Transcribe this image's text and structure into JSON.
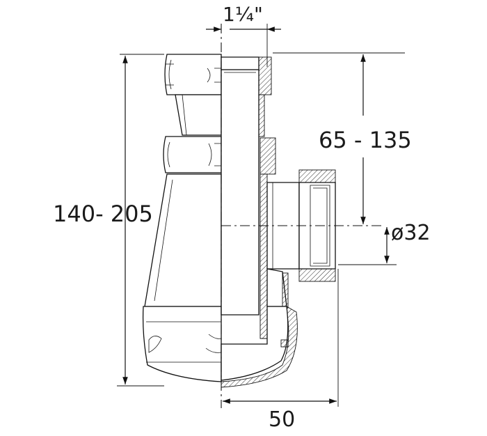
{
  "labels": {
    "thread": "1¼\"",
    "outlet_height": "65 - 135",
    "total_height": "140- 205",
    "outlet_diameter": "ø32",
    "width": "50"
  },
  "colors": {
    "line": "#111111",
    "background": "#ffffff"
  }
}
